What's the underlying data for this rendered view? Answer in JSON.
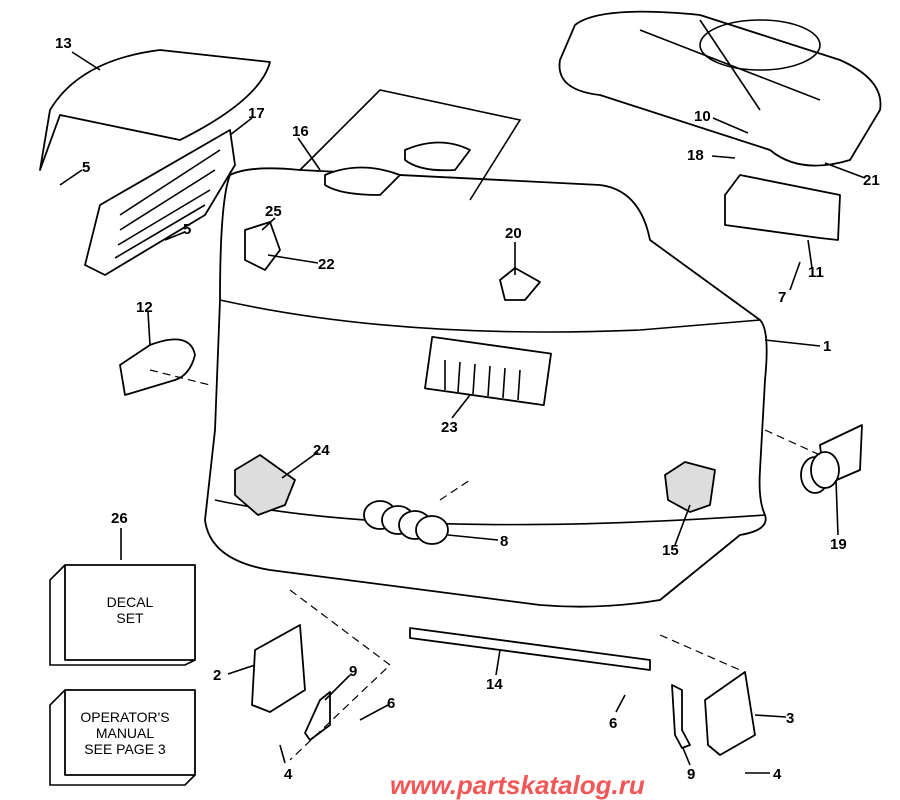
{
  "callouts": [
    {
      "num": "13"
    },
    {
      "num": "17"
    },
    {
      "num": "5"
    },
    {
      "num": "5"
    },
    {
      "num": "16"
    },
    {
      "num": "25"
    },
    {
      "num": "22"
    },
    {
      "num": "20"
    },
    {
      "num": "10"
    },
    {
      "num": "18"
    },
    {
      "num": "21"
    },
    {
      "num": "11"
    },
    {
      "num": "7"
    },
    {
      "num": "12"
    },
    {
      "num": "1"
    },
    {
      "num": "23"
    },
    {
      "num": "24"
    },
    {
      "num": "8"
    },
    {
      "num": "15"
    },
    {
      "num": "19"
    },
    {
      "num": "26"
    },
    {
      "num": "2"
    },
    {
      "num": "9"
    },
    {
      "num": "14"
    },
    {
      "num": "6"
    },
    {
      "num": "4"
    },
    {
      "num": "6"
    },
    {
      "num": "3"
    },
    {
      "num": "9"
    },
    {
      "num": "4"
    }
  ],
  "decal_box": {
    "line1": "DECAL",
    "line2": "SET"
  },
  "manual_box": {
    "line1": "OPERATOR'S",
    "line2": "MANUAL",
    "line3": "SEE PAGE 3"
  },
  "watermark": "www.partskatalog.ru"
}
